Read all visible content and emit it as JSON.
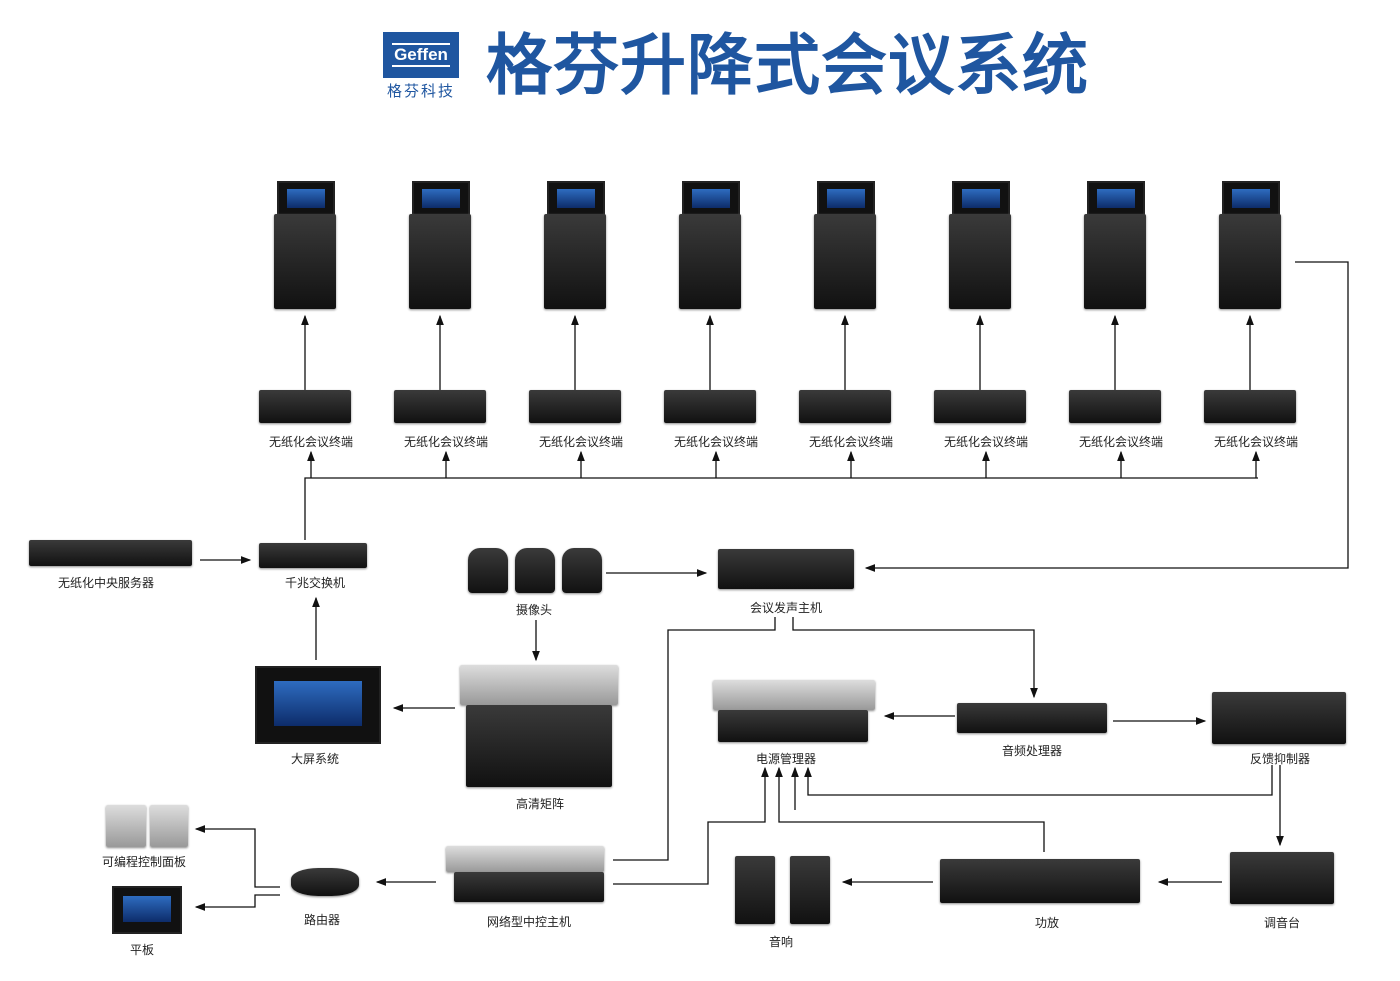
{
  "header": {
    "title": "格芬升降式会议系统",
    "logo_text": "Geffen",
    "logo_subtitle": "格芬科技"
  },
  "terminals": {
    "label": "无纸化会议终端",
    "count": 8
  },
  "devices": {
    "server": "无纸化中央服务器",
    "switch": "千兆交换机",
    "camera": "摄像头",
    "host": "会议发声主机",
    "display": "大屏系统",
    "matrix": "高清矩阵",
    "power": "电源管理器",
    "dsp": "音频处理器",
    "feedback": "反馈抑制器",
    "panel": "可编程控制面板",
    "router": "路由器",
    "tablet": "平板",
    "central": "网络型中控主机",
    "speaker": "音响",
    "amp": "功放",
    "mixer": "调音台"
  }
}
